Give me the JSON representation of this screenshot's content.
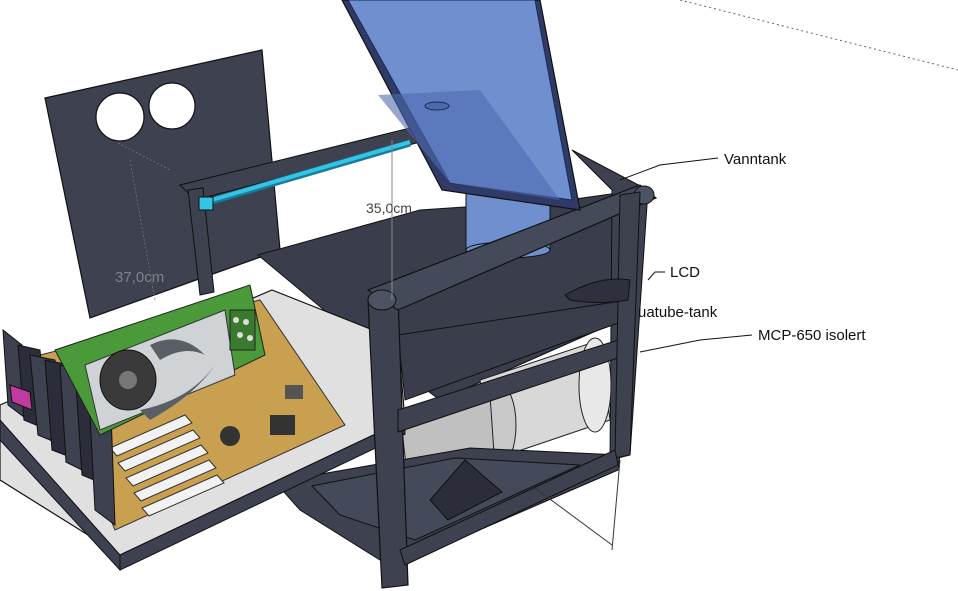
{
  "labels": {
    "vanntank": "Vanntank",
    "lcd": "LCD",
    "aquatube": "uatube-tank",
    "mcp": "MCP-650 isolert"
  },
  "dimensions": {
    "height": "35,0cm",
    "panel": "37,0cm"
  },
  "colors": {
    "frame": "#3d4150",
    "frame_dark": "#2b2e3a",
    "frame_light": "#555a6b",
    "glass": "#6f8fcf",
    "tube": "#34c4e4",
    "floor": "#e0e0e0",
    "pcb": "#c8a050",
    "gpu_pcb": "#4a9a3a",
    "pump": "#d8d8d8"
  }
}
